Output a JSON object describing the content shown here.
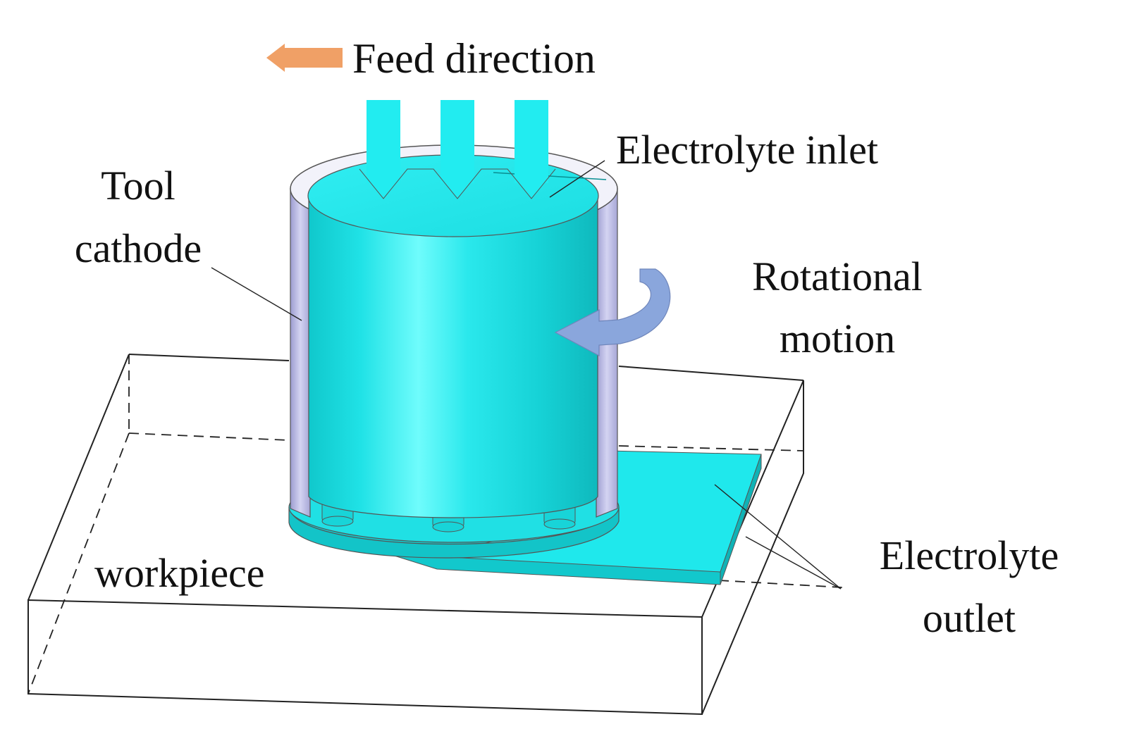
{
  "labels": {
    "feed_direction": "Feed direction",
    "electrolyte_inlet": "Electrolyte inlet",
    "tool": "Tool",
    "cathode": "cathode",
    "rotational": "Rotational",
    "motion": "motion",
    "workpiece": "workpiece",
    "electrolyte": "Electrolyte",
    "outlet": "outlet"
  },
  "colors": {
    "electrolyte": "#22e6ea",
    "tool_wall": "#b4b4e2",
    "rotation_arrow": "#8aa6dc",
    "feed_arrow": "#f0a066",
    "outline": "#222222"
  }
}
